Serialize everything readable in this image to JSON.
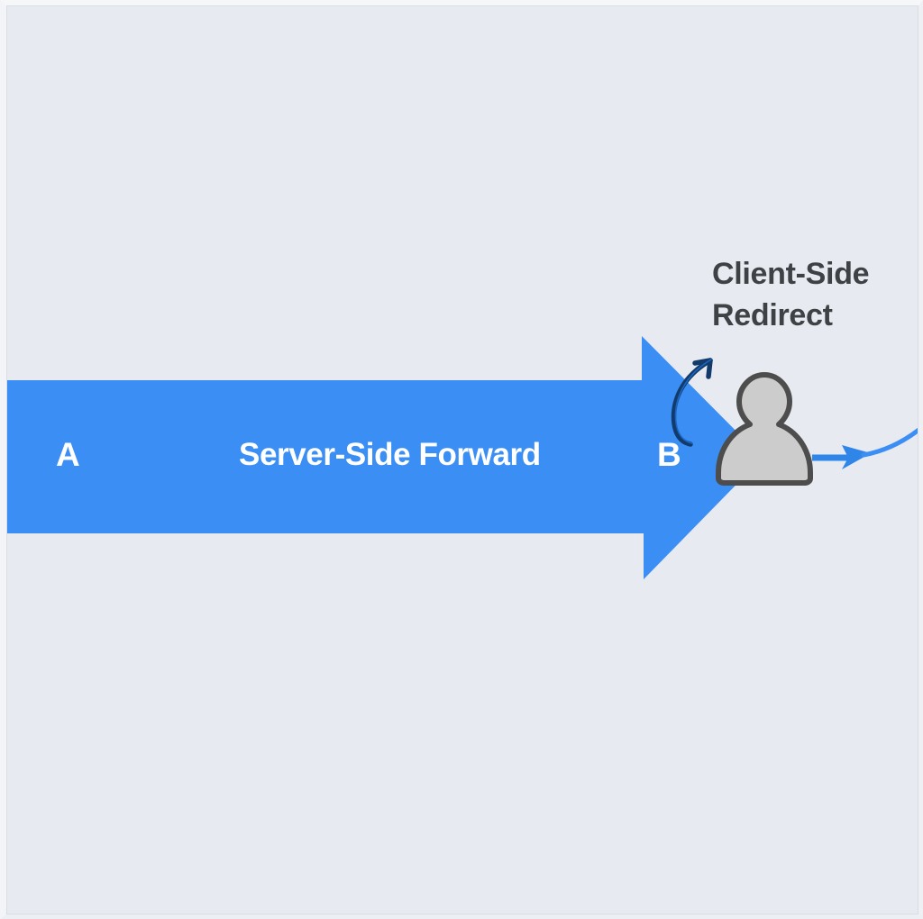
{
  "diagram": {
    "title_hidden": "",
    "background_color": "#e7eaf0",
    "accent_blue": "#3b8ef4",
    "dark_arc_color": "#123b6b",
    "text_dark": "#3f4245",
    "person_fill": "#cccccc",
    "person_stroke": "#4d4d4d",
    "nodes": [
      {
        "id": "a",
        "label": "A"
      },
      {
        "id": "b",
        "label": "B"
      }
    ],
    "labels": {
      "server_side_forward": "Server-Side Forward",
      "client_side_redirect_line1": "Client-Side",
      "client_side_redirect_line2": "Redirect"
    },
    "icons": {
      "person": "user-icon",
      "big_arrow": "right-arrow-shape",
      "curved_arrow": "curved-redirect-arrow",
      "outgoing_arrow": "outgoing-curve-arrow"
    }
  }
}
